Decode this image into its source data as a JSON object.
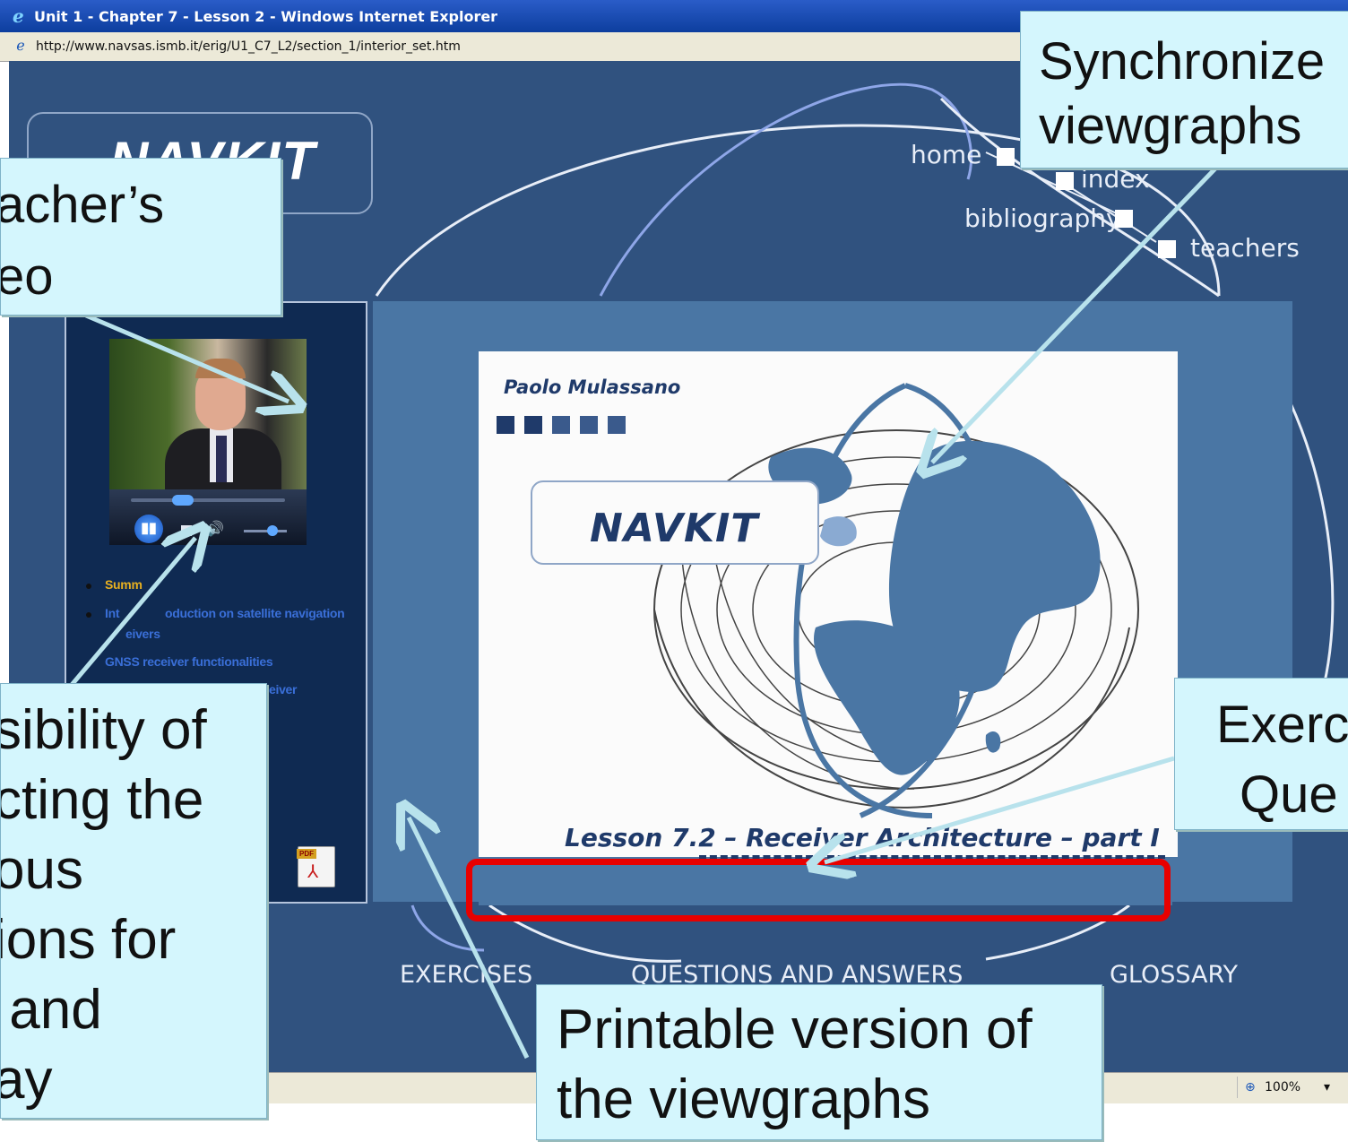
{
  "browser": {
    "window_title": "Unit 1 - Chapter 7 - Lesson 2 - Windows Internet Explorer",
    "address": "http://www.navsas.ismb.it/erig/U1_C7_L2/section_1/interior_set.htm",
    "zoom": "100%",
    "zoom_arrow": "▾",
    "ie_icon": "ie-logo-icon",
    "page_icon": "page-icon"
  },
  "app": {
    "logo": "NAVKIT",
    "nav": {
      "home": "home",
      "index": "index",
      "bibliography": "bibliography",
      "teachers": "teachers"
    },
    "bottom_nav": {
      "exercises": "EXERCISES",
      "qa": "QUESTIONS AND ANSWERS",
      "glossary": "GLOSSARY"
    },
    "video_player": {
      "play_state": "playing",
      "seek_position": 0.35,
      "volume": 0.6
    },
    "toc": [
      {
        "label": "Summ",
        "color": "#e8b020"
      },
      {
        "label": "Int",
        "color": "#3a6fd8"
      },
      {
        "label": "oduction on satellite navigation",
        "color": "#3a6fd8"
      },
      {
        "label": "eivers",
        "color": "#3a6fd8"
      },
      {
        "label": "GNSS receiver functionalities",
        "color": "#3a6fd8"
      },
      {
        "label": "eiver",
        "color": "#3a6fd8"
      }
    ],
    "pdf_icon": "pdf-icon",
    "pdf_tag": "PDF"
  },
  "slide": {
    "author": "Paolo Mulassano",
    "logo": "NAVKIT",
    "lesson_title": "Lesson 7.2 – Receiver Architecture – part I"
  },
  "callouts": {
    "sync": [
      "Synchronize",
      "viewgraphs"
    ],
    "teacher": [
      "acher’s",
      "eo"
    ],
    "possibility": [
      "sibility of",
      "cting the",
      "ous",
      "ions for",
      " and",
      "ay"
    ],
    "exercises": [
      "Exerc",
      "Que"
    ],
    "printable": [
      "Printable version of",
      "the viewgraphs"
    ]
  },
  "colors": {
    "page_bg": "#30527f",
    "panel_bg": "#4a76a4",
    "callout_bg": "#d4f6fd",
    "highlight": "#e80000",
    "arrow": "#b8e2ec"
  }
}
